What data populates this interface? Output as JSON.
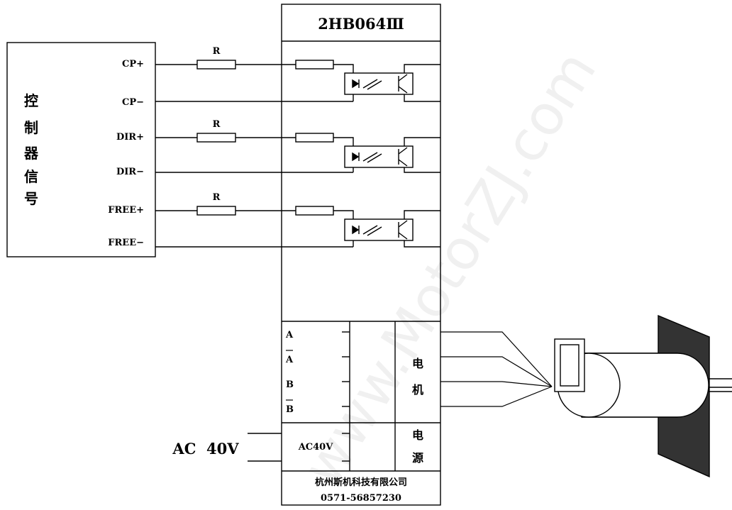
{
  "driver": {
    "model": "2HB064Ⅲ",
    "terminals": [
      "A",
      "A",
      "B",
      "B"
    ],
    "motor_label": [
      "电",
      "机"
    ],
    "power_label": [
      "电",
      "源"
    ],
    "power_terminal": "AC40V",
    "company": "杭州斯机科技有限公司",
    "phone": "0571-56857230"
  },
  "controller": {
    "label": [
      "控",
      "制",
      "器",
      "信",
      "号"
    ],
    "signals": [
      "CP+",
      "CP−",
      "DIR+",
      "DIR−",
      "FREE+",
      "FREE−"
    ]
  },
  "resistor_label": "R",
  "power_input_label": "AC  40V",
  "watermark": "www.MotorZJ.com"
}
